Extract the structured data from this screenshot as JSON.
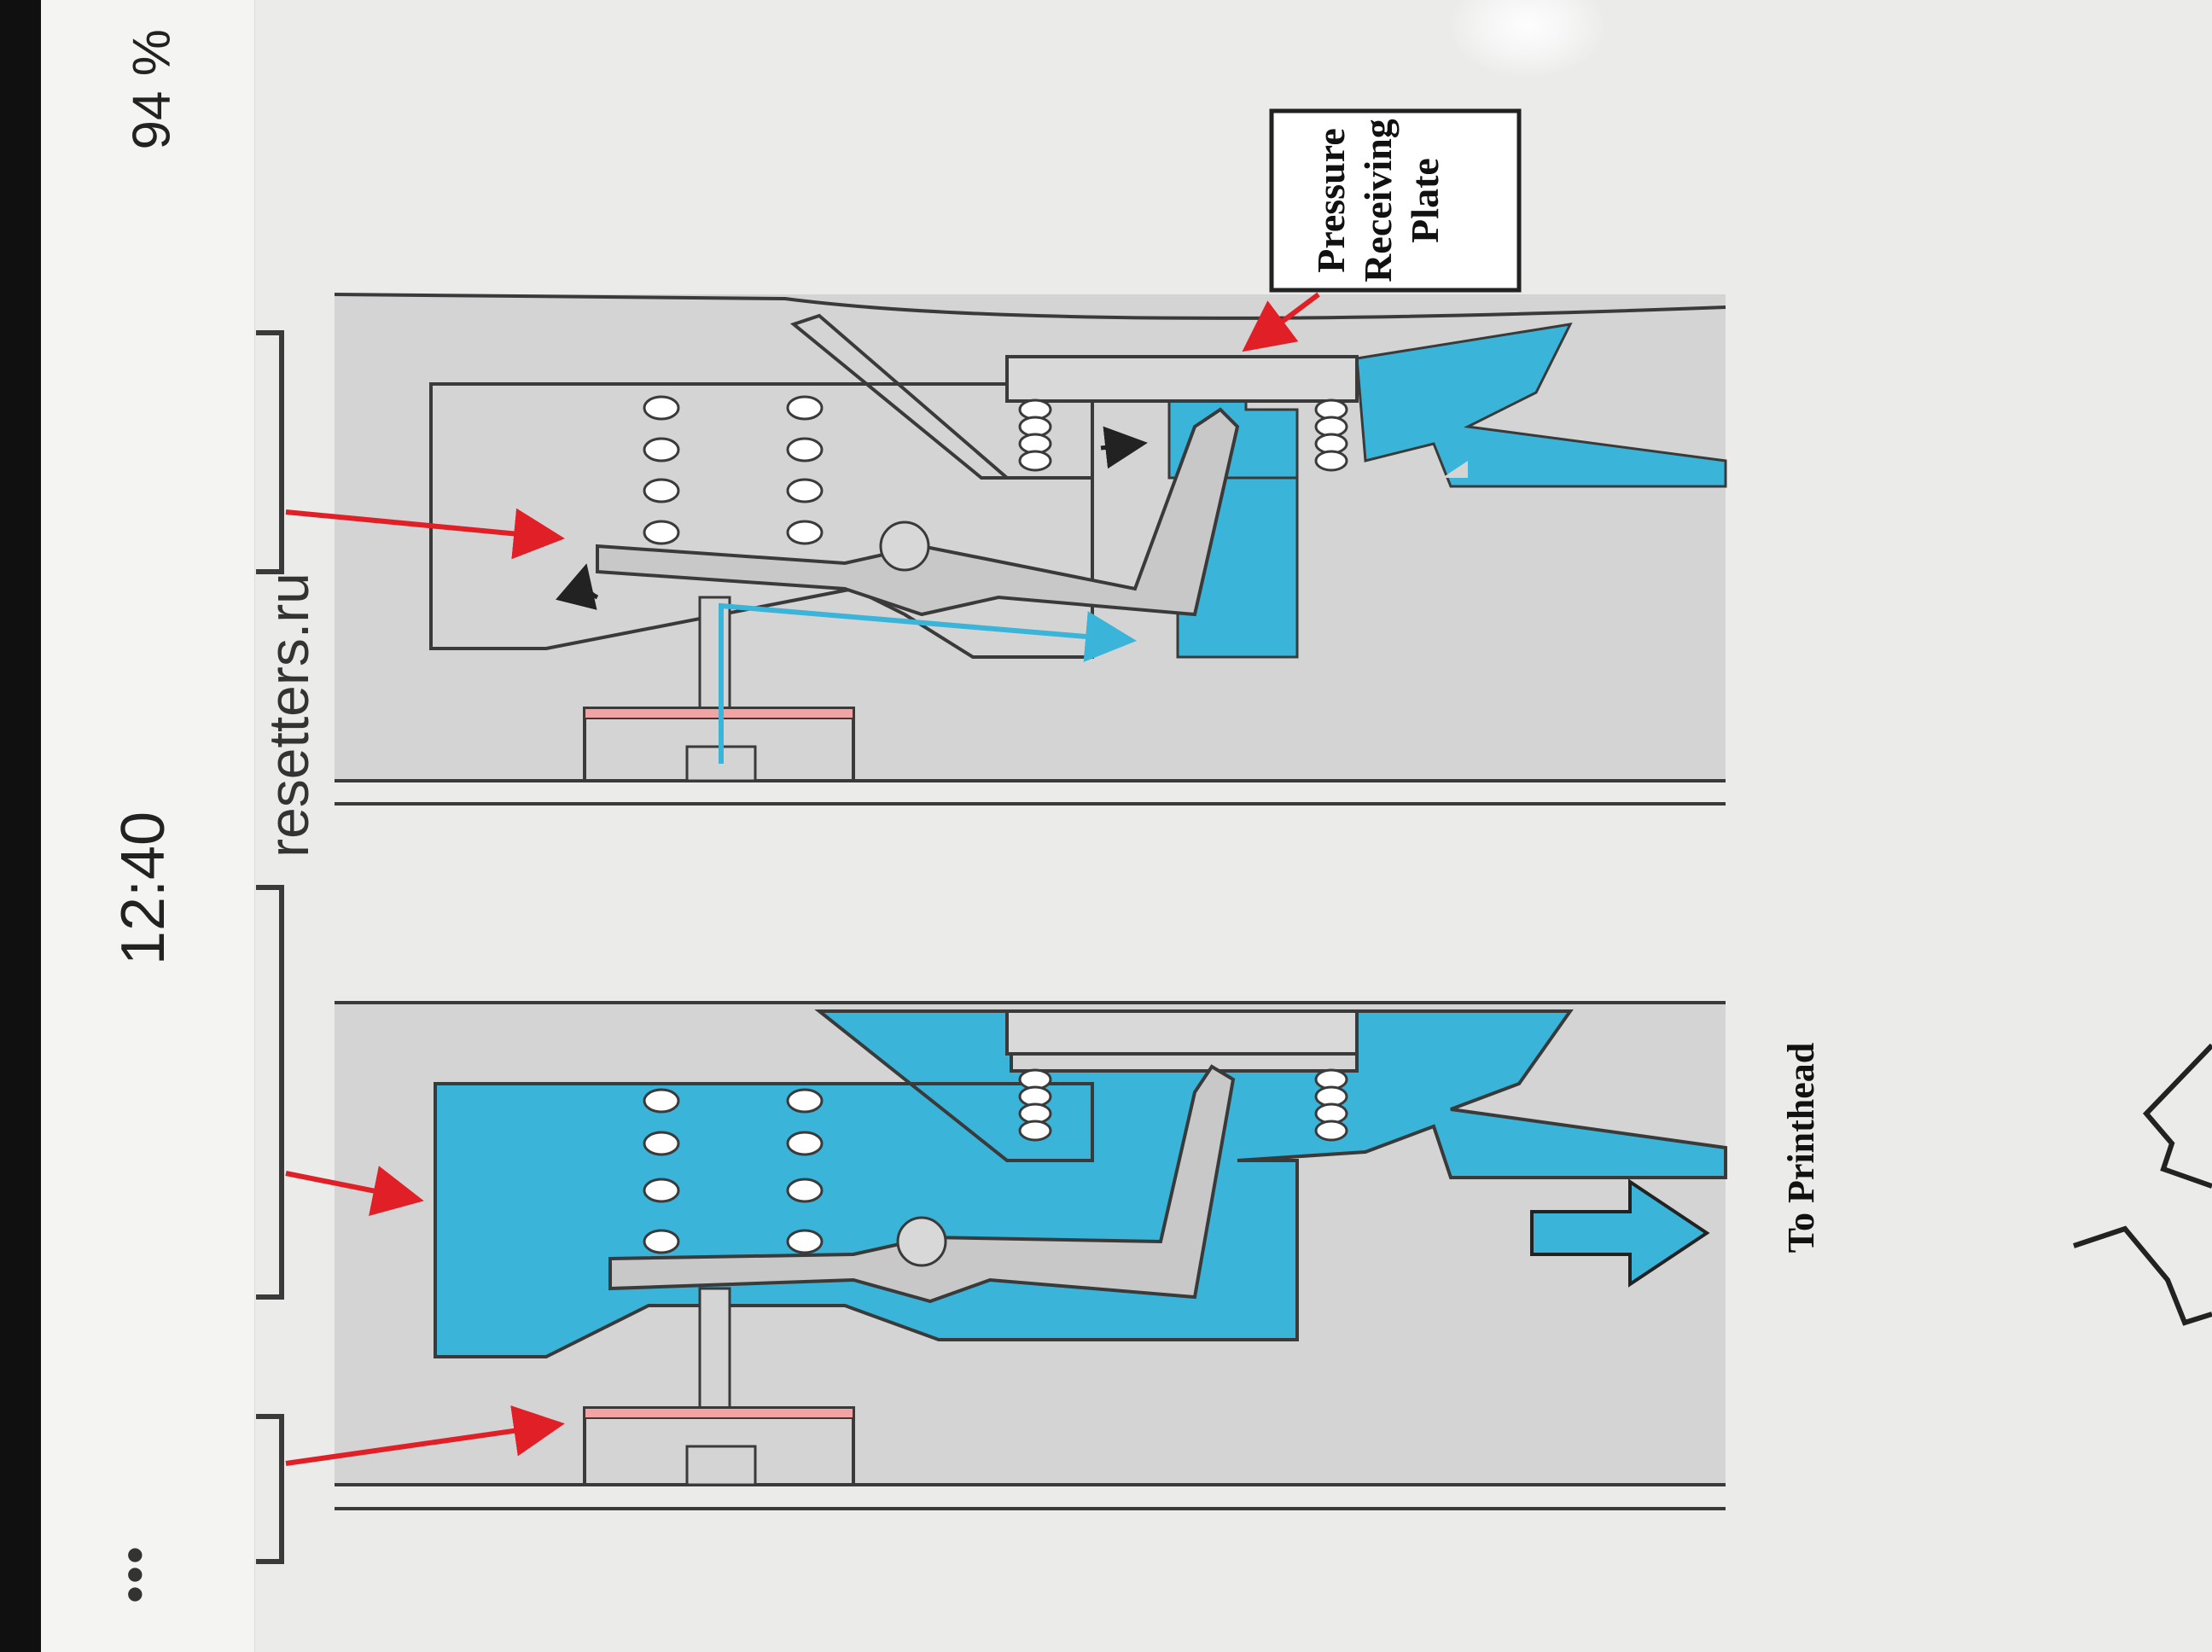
{
  "status_bar": {
    "time": "12:40",
    "site": "resetters.ru",
    "battery": "94 %",
    "signal": "•••"
  },
  "diagram": {
    "label_pressure_plate": [
      "Pressure",
      "Receiving",
      "Plate"
    ],
    "label_to_printhead": "To Printhead",
    "colors": {
      "ink": "#3ab4d8",
      "body": "#d3d3d3",
      "outline": "#3a3a3a",
      "arrow": "#e01f26",
      "pad": "#f2a3a3"
    }
  }
}
